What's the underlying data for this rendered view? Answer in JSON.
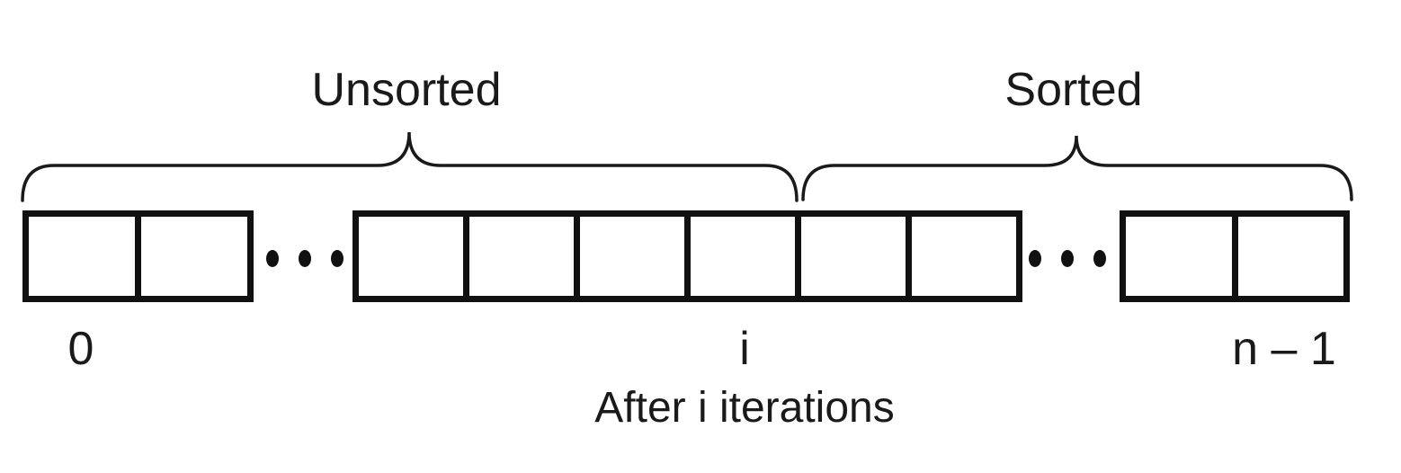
{
  "diagram": {
    "region_labels": {
      "unsorted": "Unsorted",
      "sorted": "Sorted"
    },
    "index_labels": {
      "first": "0",
      "boundary": "i",
      "last": "n – 1"
    },
    "caption": "After i iterations",
    "array": {
      "segments": [
        {
          "type": "cells",
          "count": 2
        },
        {
          "type": "ellipsis",
          "dots": 3
        },
        {
          "type": "cells",
          "count": 6
        },
        {
          "type": "ellipsis",
          "dots": 3
        },
        {
          "type": "cells",
          "count": 2
        }
      ]
    },
    "colors": {
      "line": "#1a1a1a",
      "background": "#ffffff"
    }
  }
}
